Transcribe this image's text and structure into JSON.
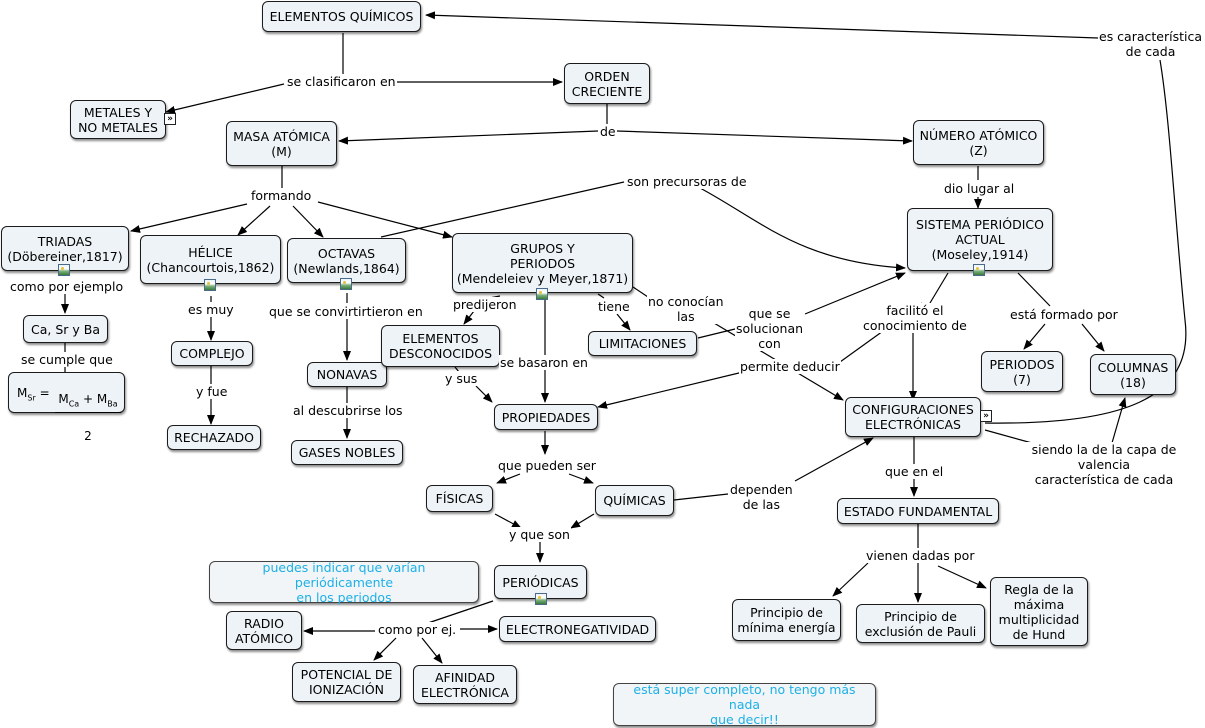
{
  "nodes": {
    "elementos": "ELEMENTOS QUÍMICOS",
    "metales": "METALES Y\nNO METALES",
    "orden": "ORDEN\nCRECIENTE",
    "masa": "MASA ATÓMICA\n(M)",
    "numero": "NÚMERO ATÓMICO\n(Z)",
    "triadas": "TRIADAS\n(Döbereiner,1817)",
    "helice": "HÉLICE\n(Chancourtois,1862)",
    "octavas": "OCTAVAS\n(Newlands,1864)",
    "grupos": "GRUPOS Y\nPERIODOS\n(Mendeleiev y Meyer,1871)",
    "sistema": "SISTEMA PERIÓDICO\nACTUAL\n(Moseley,1914)",
    "casrba": "Ca, Sr y Ba",
    "complejo": "COMPLEJO",
    "rechazado": "RECHAZADO",
    "nonavas": "NONAVAS",
    "gases": "GASES NOBLES",
    "desconocidos": "ELEMENTOS\nDESCONOCIDOS",
    "limitaciones": "LIMITACIONES",
    "propiedades": "PROPIEDADES",
    "periodos": "PERIODOS\n(7)",
    "columnas": "COLUMNAS\n(18)",
    "configuraciones": "CONFIGURACIONES\nELECTRÓNICAS",
    "fisicas": "FÍSICAS",
    "quimicas": "QUÍMICAS",
    "periodicas": "PERIÓDICAS",
    "radio": "RADIO\nATÓMICO",
    "electroneg": "ELECTRONEGATIVIDAD",
    "potencial": "POTENCIAL DE\nIONIZACIÓN",
    "afinidad": "AFINIDAD\nELECTRÓNICA",
    "estado": "ESTADO FUNDAMENTAL",
    "minima": "Principio de\nmínima energía",
    "exclusion": "Principio de\nexclusión de Pauli",
    "hund": "Regla de la\nmáxima\nmultiplicidad\nde Hund",
    "note1": "puedes indicar que varían periódicamente\nen los periodos",
    "note2": "está super completo, no tengo más nada\nque decir!!"
  },
  "formula": {
    "lhs": "M",
    "lhs_sub": "Sr",
    "eq": "=",
    "a": "M",
    "a_sub": "Ca",
    "plus": " + ",
    "b": "M",
    "b_sub": "Ba",
    "den": "2"
  },
  "labels": {
    "clasificaron": "se clasificaron en",
    "caracteristica": "es característica\nde cada",
    "de": "de",
    "formando": "formando",
    "precursoras": "son precursoras de",
    "dio_lugar": "dio lugar al",
    "ejemplo": "como por ejemplo",
    "cumple": "se cumple que",
    "es_muy": "es muy",
    "y_fue": "y fue",
    "convirtieron": "que se convirtirtieron en",
    "descubrirse": "al descubrirse los",
    "predijeron": "predijeron",
    "y_sus": "y sus",
    "basaron": "se basaron en",
    "tiene": "tiene",
    "no_conocian": "no conocían\nlas",
    "solucionan": "que se\nsolucionan\ncon",
    "facilito": "facilitó el\nconocimiento de",
    "formado": "está formado por",
    "deducir": "permite deducir",
    "siendo": "siendo la de la capa de valencia\ncaracterística de cada",
    "pueden_ser": "que pueden ser",
    "dependen": "dependen\nde las",
    "y_que_son": "y que son",
    "que_en_el": "que en el",
    "vienen": "vienen dadas por",
    "como_por": "como por ej."
  },
  "icons": {
    "image": "image-icon",
    "expand": "expand-icon"
  },
  "colors": {
    "node_bg": "#edf3f6",
    "border": "#1b1b1b",
    "note_text": "#1eb0e6"
  }
}
